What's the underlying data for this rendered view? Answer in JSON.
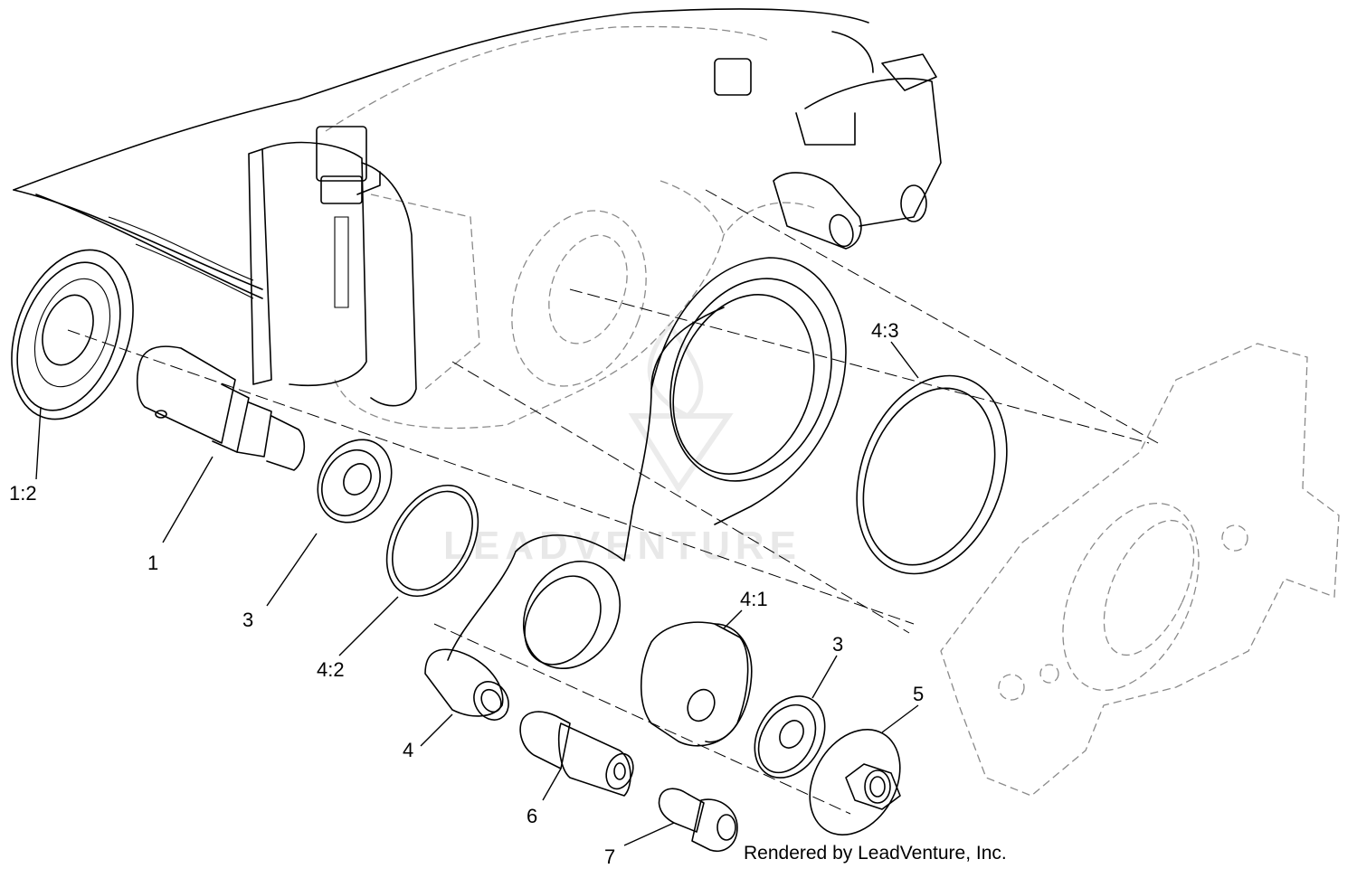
{
  "callouts": {
    "c_1_2": "1:2",
    "c_1": "1",
    "c_3a": "3",
    "c_4_2": "4:2",
    "c_4": "4",
    "c_6": "6",
    "c_7": "7",
    "c_4_1": "4:1",
    "c_3b": "3",
    "c_5": "5",
    "c_4_3": "4:3"
  },
  "credit": "Rendered by LeadVenture, Inc.",
  "watermark": "LEADVENTURE"
}
